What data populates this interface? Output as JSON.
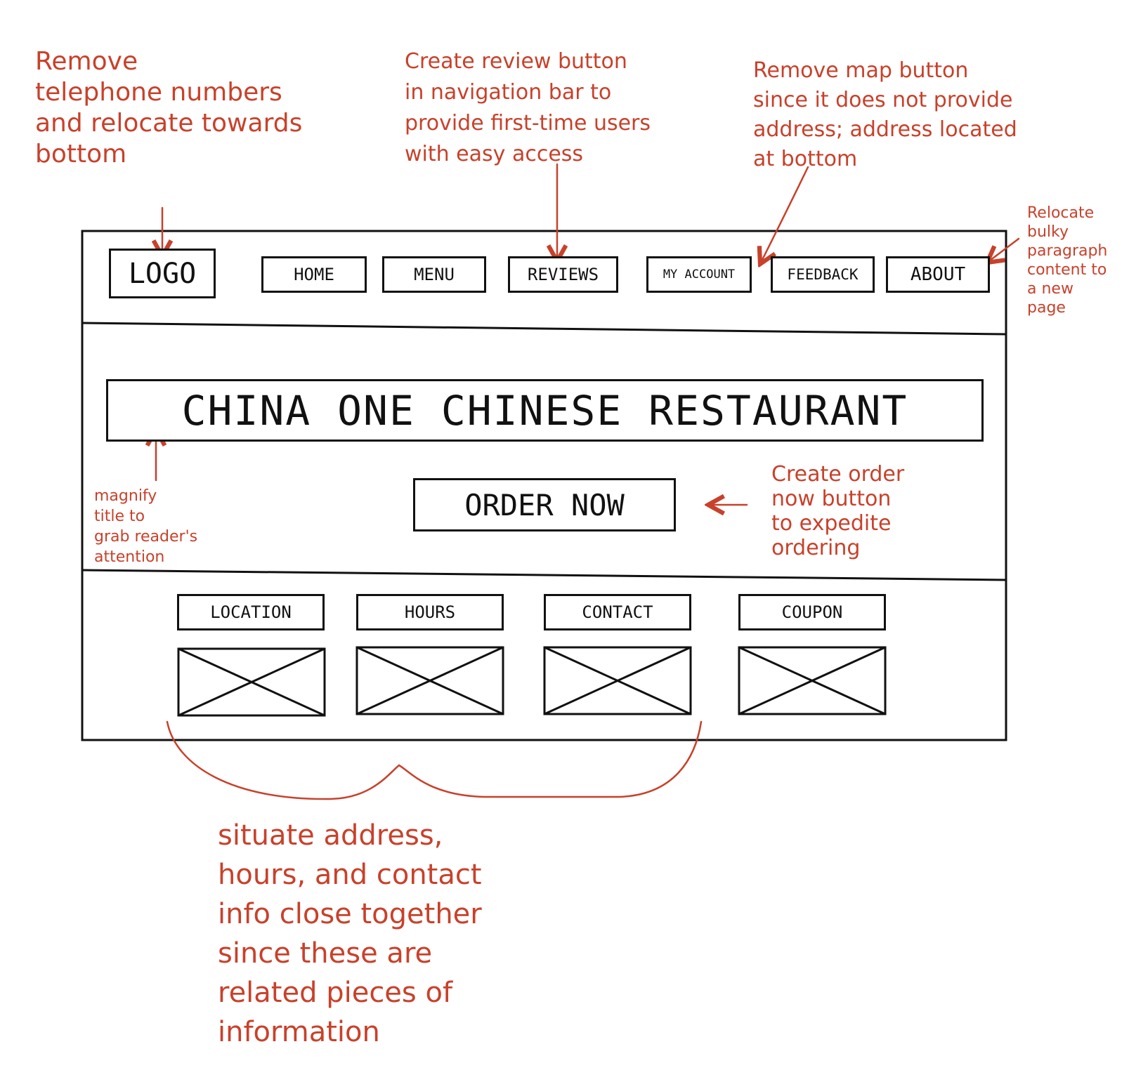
{
  "annotations": {
    "logo_note": "Remove\ntelephone numbers\nand relocate towards\nbottom",
    "review_note": "Create review button\nin navigation bar to\nprovide first-time users\nwith easy access",
    "map_note": "Remove map button\nsince it does not provide\naddress; address located\nat bottom",
    "about_note": "Relocate\nbulky\nparagraph\ncontent to\na new\npage",
    "title_note": "magnify\ntitle to\ngrab reader's\nattention",
    "order_note": "Create order\nnow button\nto expedite\nordering",
    "info_note": "situate address,\nhours, and contact\ninfo close together\nsince these are\nrelated pieces of\ninformation"
  },
  "header": {
    "logo": "LOGO",
    "nav": [
      "HOME",
      "MENU",
      "REVIEWS",
      "MY ACCOUNT",
      "FEEDBACK",
      "ABOUT"
    ]
  },
  "hero": {
    "title": "CHINA ONE CHINESE RESTAURANT",
    "order_button": "ORDER NOW"
  },
  "info": {
    "tabs": [
      "LOCATION",
      "HOURS",
      "CONTACT",
      "COUPON"
    ]
  },
  "colors": {
    "annotation": "#c8412b",
    "ink": "#111111"
  }
}
